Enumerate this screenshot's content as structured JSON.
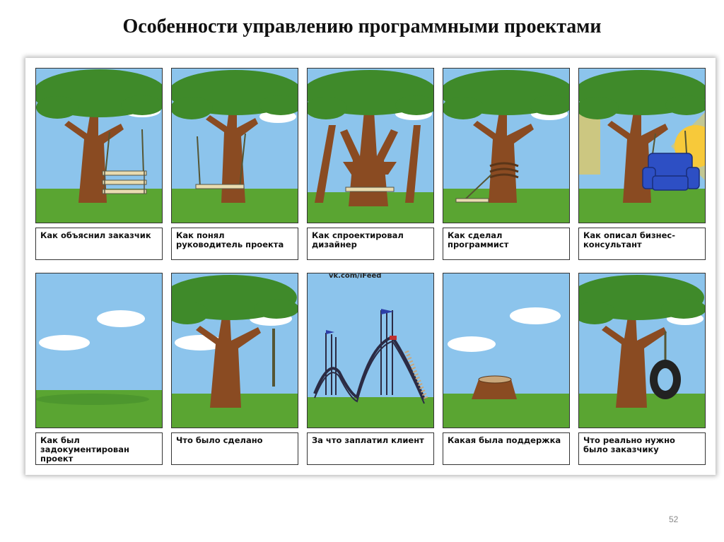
{
  "slide": {
    "title": "Особенности управлению программными проектами",
    "page_number": "52",
    "watermark": "vk.com/iFeed"
  },
  "panels": [
    {
      "caption": "Как объяснил заказчик",
      "scene": "swing-three-tier"
    },
    {
      "caption": "Как понял руководитель проекта",
      "scene": "swing-cut-trunk"
    },
    {
      "caption": "Как спроектировал дизайнер",
      "scene": "swing-split-trunk"
    },
    {
      "caption": "Как сделал программист",
      "scene": "swing-rope-wrapped"
    },
    {
      "caption": "Как описал бизнес-консультант",
      "scene": "armchair-swing"
    },
    {
      "caption": "Как был задокументирован проект",
      "scene": "empty-field"
    },
    {
      "caption": "Что было сделано",
      "scene": "rope-only"
    },
    {
      "caption": "За что заплатил клиент",
      "scene": "roller-coaster"
    },
    {
      "caption": "Какая была поддержка",
      "scene": "tree-stump"
    },
    {
      "caption": "Что реально нужно было заказчику",
      "scene": "tire-swing"
    }
  ],
  "colors": {
    "sky": "#8cc4ec",
    "grass": "#5aa532",
    "trunk": "#8a4b22",
    "foliage": "#3f8a2a",
    "seat": "#e9dcb0",
    "armchair": "#2d4fc4",
    "sun": "#f7c93a"
  }
}
